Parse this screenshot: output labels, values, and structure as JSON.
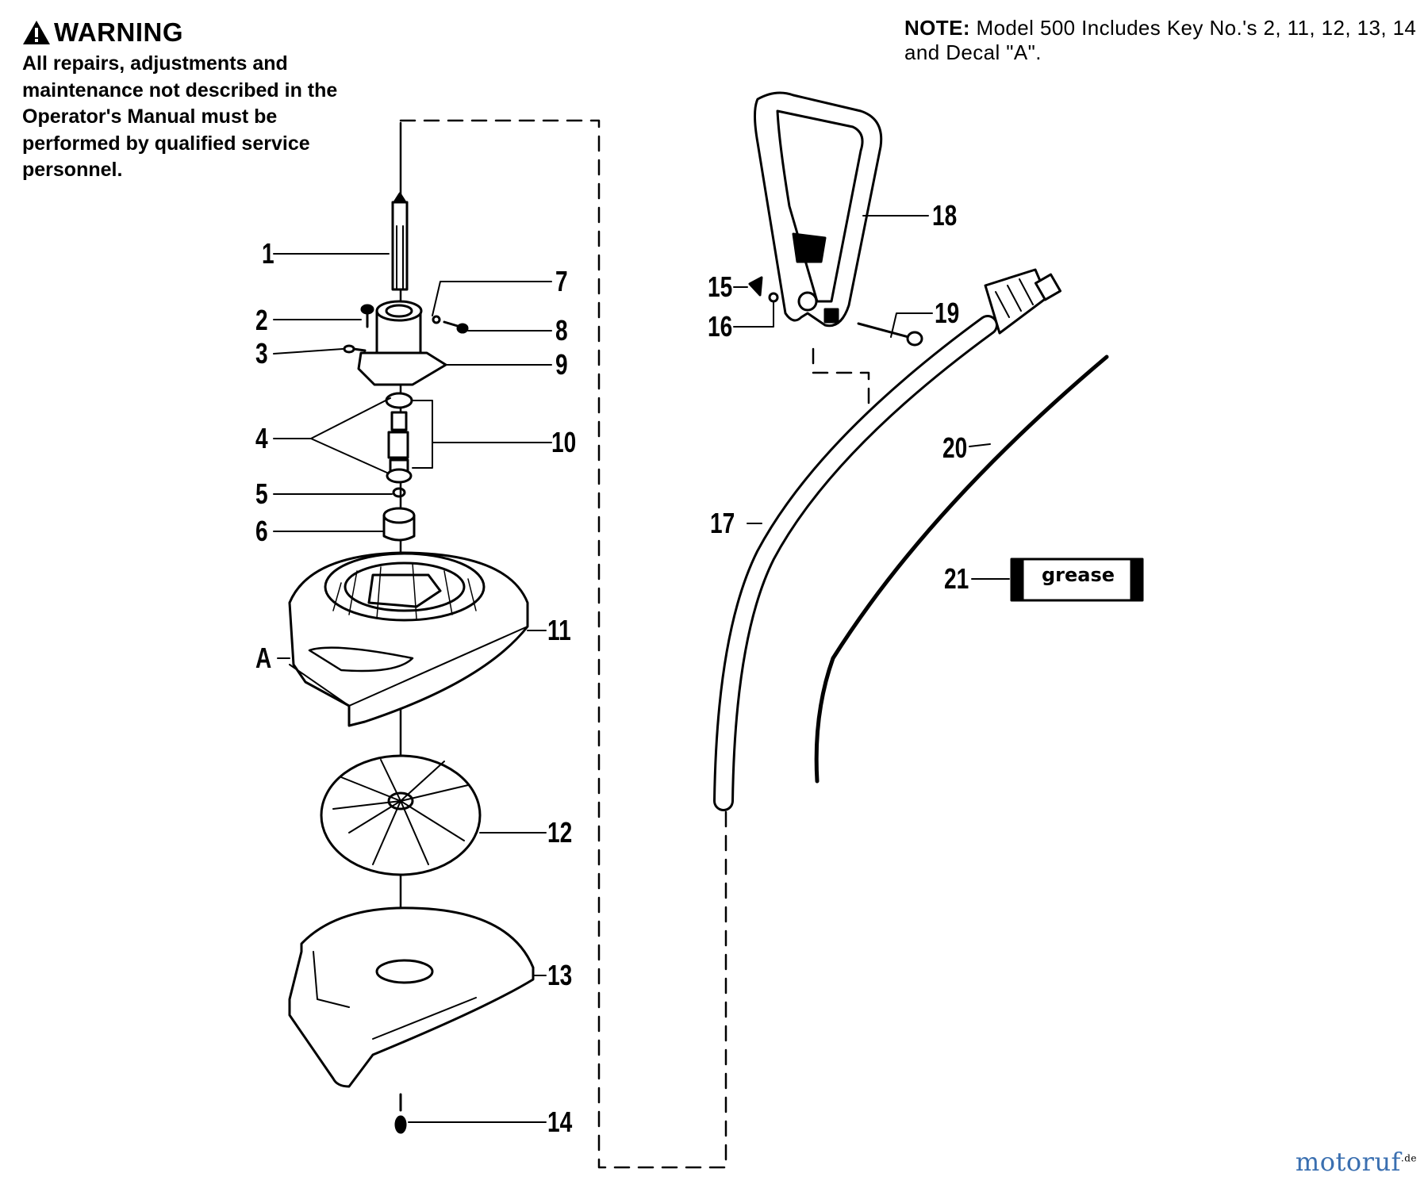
{
  "warning": {
    "heading": "WARNING",
    "text": "All repairs, adjustments and maintenance not described in the Operator's Manual must be performed by qualified service personnel."
  },
  "note": {
    "prefix": "NOTE:",
    "text": "Model 500 Includes Key No.'s 2, 11, 12, 13, 14 and Decal \"A\"."
  },
  "callouts": [
    "1",
    "2",
    "3",
    "4",
    "5",
    "6",
    "7",
    "8",
    "9",
    "10",
    "11",
    "12",
    "13",
    "14",
    "15",
    "16",
    "17",
    "18",
    "19",
    "20",
    "21",
    "A"
  ],
  "grease_label": "grease",
  "watermark": {
    "name": "motoruf",
    "suffix": ".de",
    "color": "#3a6fb0"
  }
}
